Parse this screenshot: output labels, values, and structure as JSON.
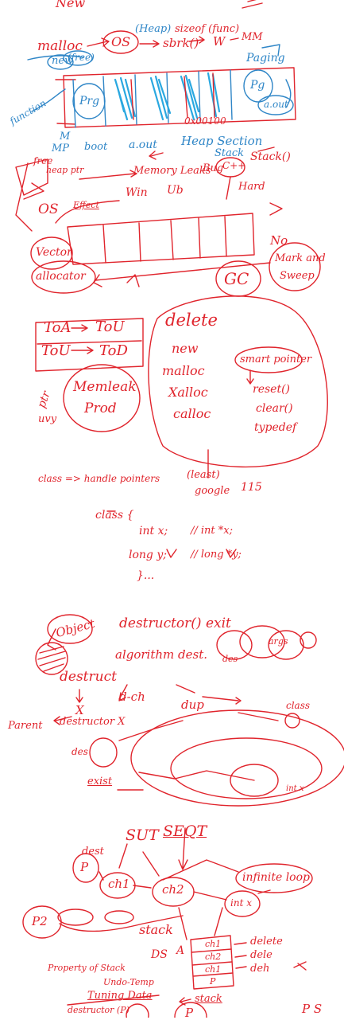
{
  "notes": {
    "s1": {
      "new": "New",
      "malloc": "malloc",
      "os": "OS",
      "heap": "(Heap)",
      "sizeof": "sizeof (func)",
      "sbrk": "sbrk()",
      "w": "W",
      "mm": "MM",
      "new2": "new",
      "free": "(free)",
      "paging": "Paging",
      "function": "function",
      "prg": "Prg",
      "pg": "Pg",
      "aout": "a.out",
      "addr": "0x00100",
      "m": "M",
      "mp": "MP",
      "boot": "boot",
      "aout2": "a.out",
      "heap_section": "Heap Section",
      "stack": "Stack",
      "stack_fn": "Stack()",
      "free2": "free",
      "heap_ptr": "heap ptr",
      "memory_leaks": "Memory Leaks",
      "bug": "Bug",
      "cpp": "C++",
      "hard": "Hard",
      "win": "Win",
      "ub": "Ub",
      "os2": "OS",
      "effect": "Effect",
      "vector": "Vector",
      "allocator": "allocator",
      "no": "No",
      "gc": "GC",
      "mark_sweep_1": "Mark and",
      "mark_sweep_2": "Sweep"
    },
    "s2": {
      "toa": "ToA",
      "tou": "ToU",
      "tou2": "ToU",
      "tod": "ToD",
      "delete": "delete",
      "new": "new",
      "malloc": "malloc",
      "xalloc": "Xalloc",
      "calloc": "calloc",
      "smart_pointer": "smart pointer",
      "reset": "reset()",
      "clear": "clear()",
      "typedef": "typedef",
      "memleak": "Memleak",
      "prod": "Prod",
      "ptr": "ptr",
      "uvy": "uvy"
    },
    "s3": {
      "class_handle": "class => handle pointers",
      "least": "(least)",
      "google": "google",
      "num": "115",
      "class_open": "class {",
      "int_x": "int x;",
      "comment1": "// int *x;",
      "long_y": "long y;",
      "comment2": "// long *y;",
      "close": "}...",
      "object": "Object",
      "destructor_exit": "destructor() exit",
      "algorithm": "algorithm dest.",
      "destructor_tree": "destruct",
      "d_ch": "d-ch",
      "dup": "dup",
      "x": "X",
      "parent": "Parent",
      "destructor": "destructor X",
      "des": "des",
      "exist": "exist",
      "class": "class",
      "args": "args",
      "des2": "des",
      "intx": "int x"
    },
    "s4": {
      "sut": "SUT",
      "sequence": "SEQT",
      "dest": "dest",
      "p": "P",
      "ch1": "ch1",
      "ch2": "ch2",
      "int_x": "int x",
      "infinite_loop": "infinite loop",
      "p2": "P2",
      "stack": "stack",
      "ds": "DS",
      "a": "A",
      "ch1b": "ch1",
      "ch2b": "ch2",
      "ch1c": "ch1",
      "pb": "P",
      "delete1": "delete",
      "delete2": "dele",
      "delete3": "deh",
      "property": "Property of Stack",
      "undo": "Undo-Temp",
      "tuning": "Tuning Data",
      "stack2": "stack",
      "destructor": "destructor (P)",
      "p3": "P",
      "ps": "P S"
    }
  }
}
